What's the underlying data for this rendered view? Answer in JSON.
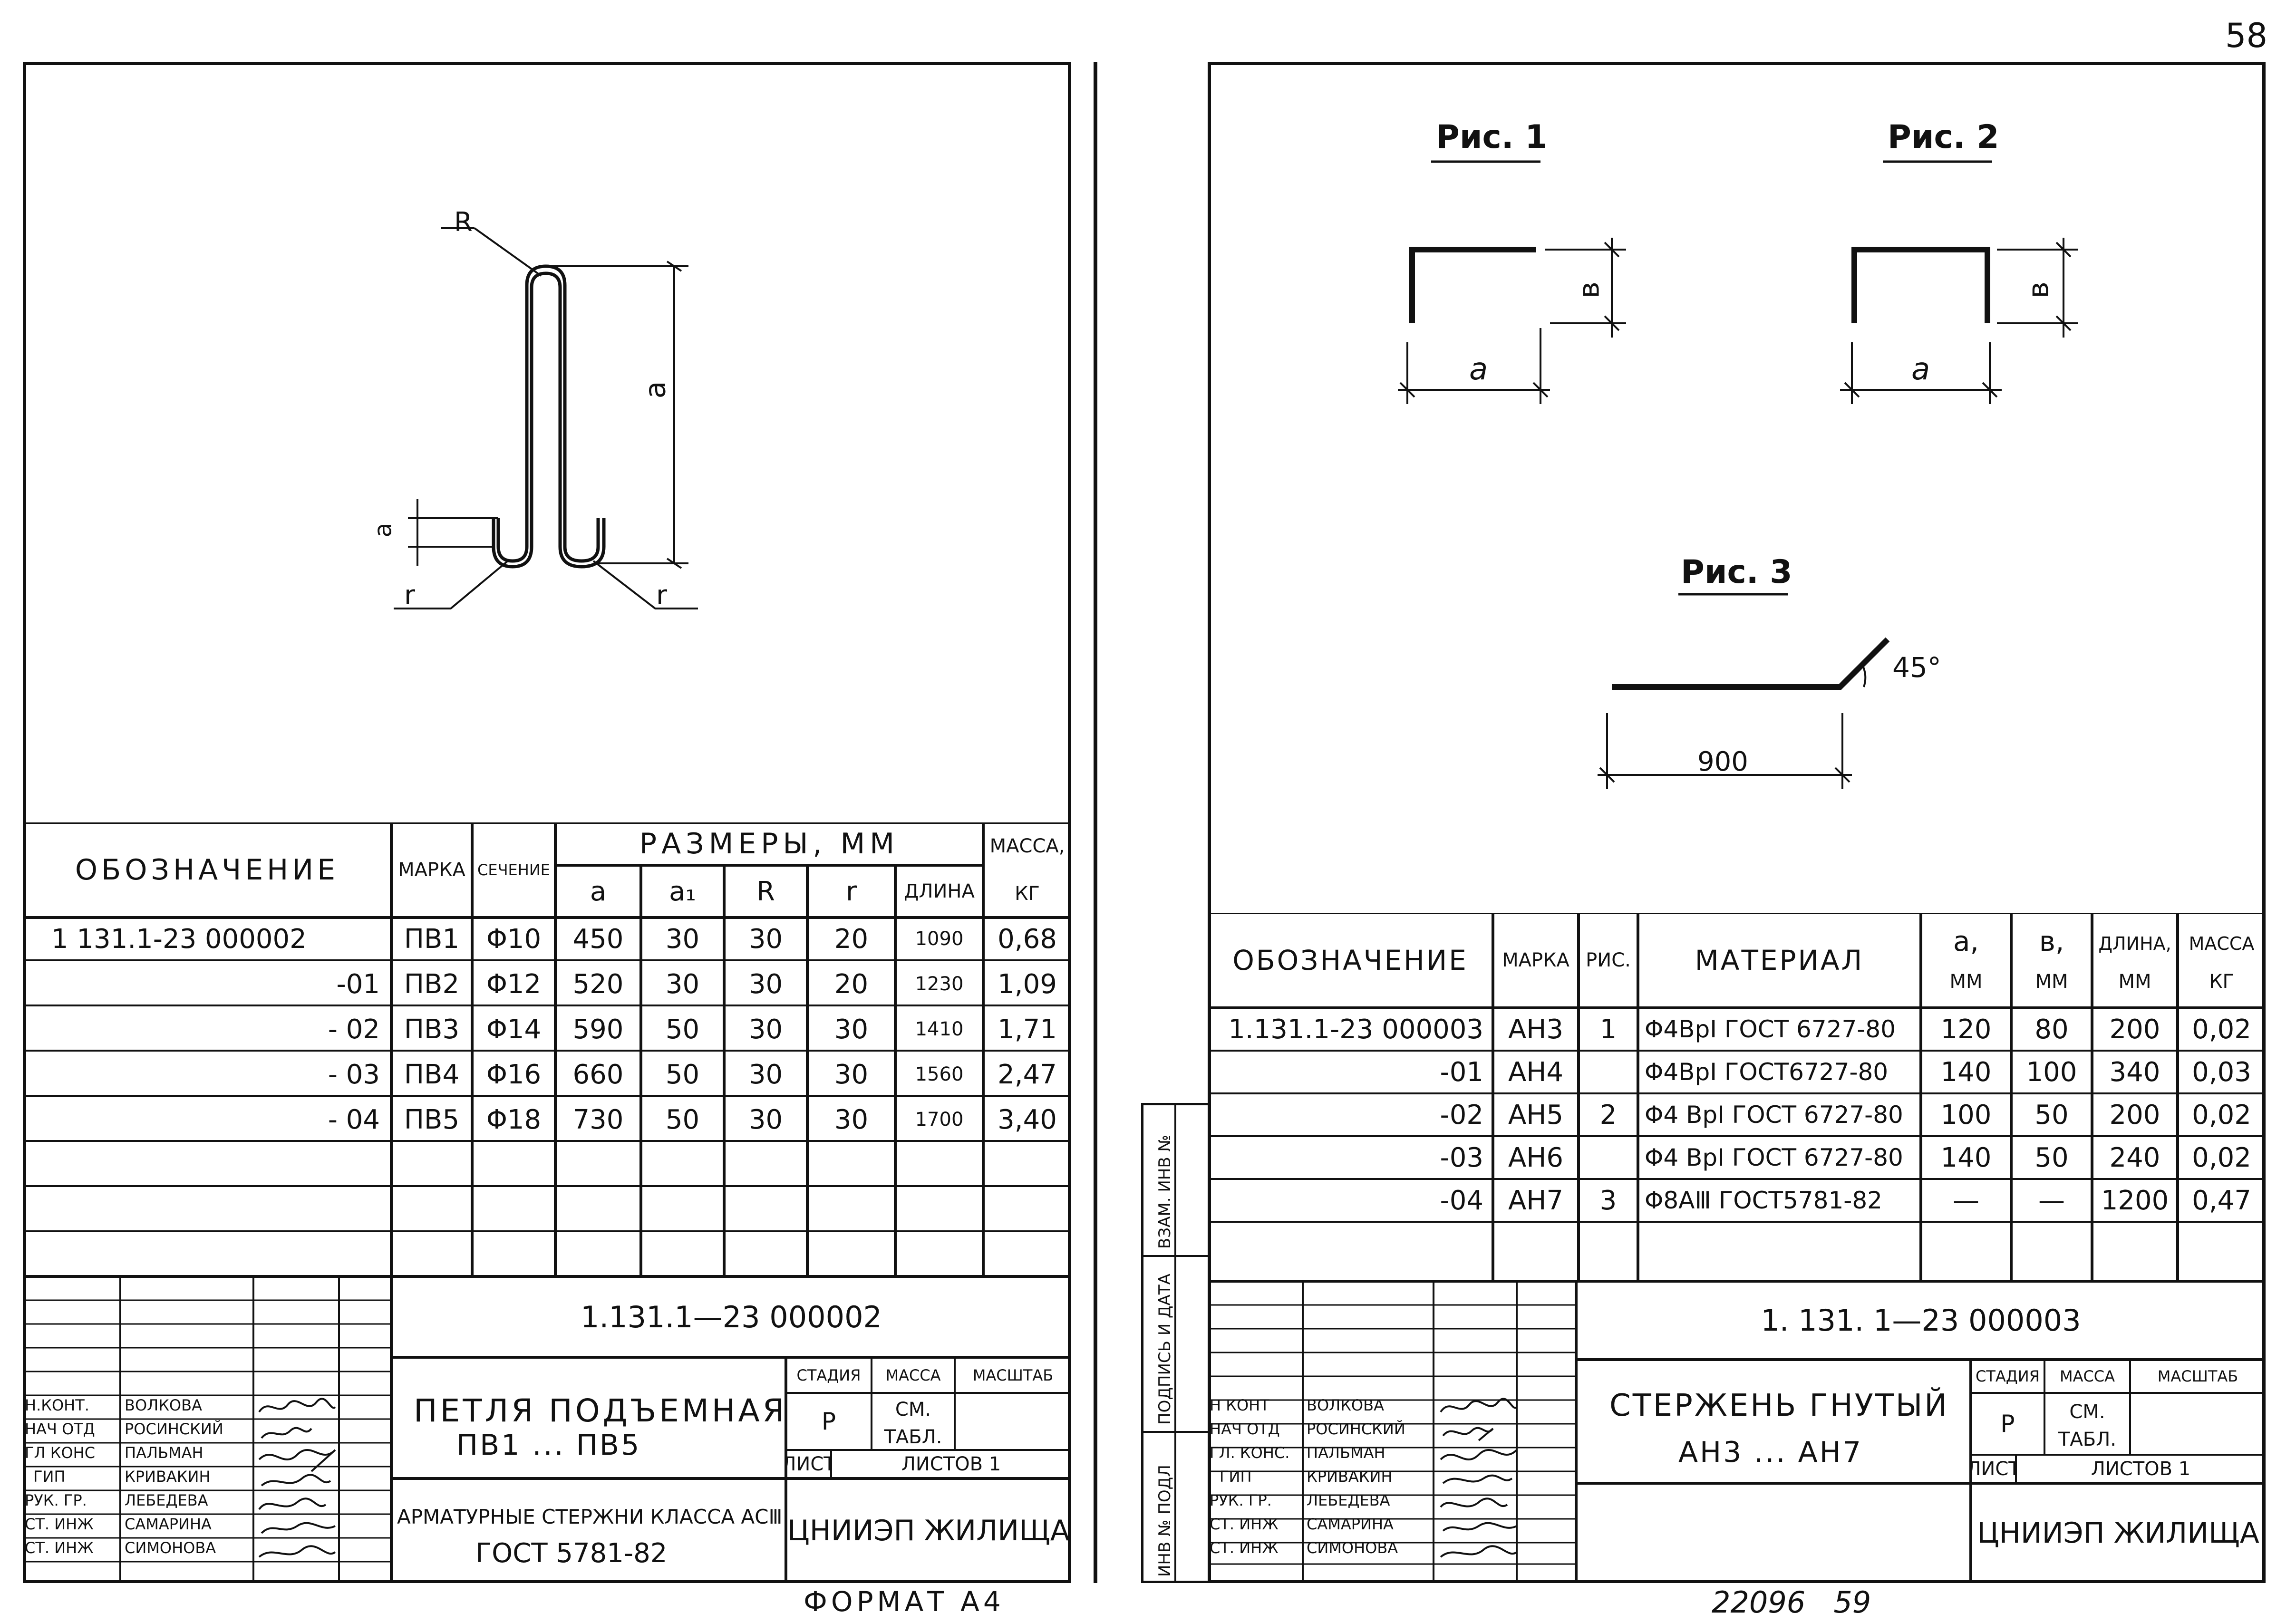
{
  "page_number": "58",
  "left_sheet": {
    "drawing": {
      "labels": {
        "R": "R",
        "a": "a",
        "a1": "a",
        "r1": "r",
        "r2": "r"
      }
    },
    "table": {
      "headers": {
        "designation": "ОБОЗНАЧЕНИЕ",
        "mark": "МАРКА",
        "section": "СЕЧЕНИЕ",
        "dims": "РАЗМЕРЫ, ММ",
        "mass": "МАССА,",
        "mass_unit": "КГ",
        "a": "a",
        "a1": "a₁",
        "R": "R",
        "r": "r",
        "length": "ДЛИНА"
      },
      "rows": [
        {
          "designation": "1 131.1-23 000002",
          "mark": "ПВ1",
          "section": "Φ10",
          "a": "450",
          "a1": "30",
          "R": "30",
          "r": "20",
          "length": "1090",
          "mass": "0,68"
        },
        {
          "designation": "-01",
          "mark": "ПВ2",
          "section": "Φ12",
          "a": "520",
          "a1": "30",
          "R": "30",
          "r": "20",
          "length": "1230",
          "mass": "1,09"
        },
        {
          "designation": "- 02",
          "mark": "ПВ3",
          "section": "Φ14",
          "a": "590",
          "a1": "50",
          "R": "30",
          "r": "30",
          "length": "1410",
          "mass": "1,71"
        },
        {
          "designation": "- 03",
          "mark": "ПВ4",
          "section": "Φ16",
          "a": "660",
          "a1": "50",
          "R": "30",
          "r": "30",
          "length": "1560",
          "mass": "2,47"
        },
        {
          "designation": "- 04",
          "mark": "ПВ5",
          "section": "Φ18",
          "a": "730",
          "a1": "50",
          "R": "30",
          "r": "30",
          "length": "1700",
          "mass": "3,40"
        }
      ]
    },
    "title_block": {
      "doc_code": "1.131.1—23 000002",
      "title_line1": "ПЕТЛЯ ПОДЪЕМНАЯ",
      "title_line2": "ПВ1 ... ПВ5",
      "stage_label": "СТАДИЯ",
      "mass_label": "МАССА",
      "scale_label": "МАСШТАБ",
      "stage_value": "Р",
      "mass_value_1": "СМ.",
      "mass_value_2": "ТАБЛ.",
      "sheet_label": "ЛИСТ",
      "sheets_label": "ЛИСТОВ 1",
      "material_line1": "АРМАТУРНЫЕ СТЕРЖНИ КЛАССА АСⅢ",
      "material_line2": "ГОСТ   5781-82",
      "org": "ЦНИИЭП ЖИЛИЩА",
      "staff": [
        {
          "role": "Н.КОНТ.",
          "name": "ВОЛКОВА"
        },
        {
          "role": "НАЧ ОТД",
          "name": "РОСИНСКИЙ"
        },
        {
          "role": "ГЛ КОНС",
          "name": "ПАЛЬМАН"
        },
        {
          "role": "ГИП",
          "name": "КРИВАКИН"
        },
        {
          "role": "РУК. ГР.",
          "name": "ЛЕБЕДЕВА"
        },
        {
          "role": "СТ. ИНЖ",
          "name": "САМАРИНА"
        },
        {
          "role": "СТ. ИНЖ",
          "name": "СИМОНОВА"
        }
      ]
    },
    "format": "ФОРМАТ А4"
  },
  "right_sheet": {
    "figures": {
      "fig1": "Рис. 1",
      "fig2": "Рис. 2",
      "fig3": "Рис. 3",
      "label_a": "a",
      "label_b": "в",
      "angle": "45°",
      "length": "900"
    },
    "side_stamps": [
      "ВЗАМ. ИНВ №",
      "ПОДПИСЬ И ДАТА",
      "ИНВ № ПОДЛ"
    ],
    "table": {
      "headers": {
        "designation": "ОБОЗНАЧЕНИЕ",
        "mark": "МАРКА",
        "fig": "РИС.",
        "material": "МАТЕРИАЛ",
        "a": "a,",
        "a_unit": "ММ",
        "b": "в,",
        "b_unit": "ММ",
        "length": "ДЛИНА,",
        "length_unit": "ММ",
        "mass": "МАССА",
        "mass_unit": "КГ"
      },
      "rows": [
        {
          "designation": "1.131.1-23  000003",
          "mark": "АН3",
          "fig": "1",
          "material": "Φ4ВрⅠ ГОСТ 6727-80",
          "a": "120",
          "b": "80",
          "length": "200",
          "mass": "0,02"
        },
        {
          "designation": "-01",
          "mark": "АН4",
          "fig": "",
          "material": "Φ4ВрⅠ ГОСТ6727-80",
          "a": "140",
          "b": "100",
          "length": "340",
          "mass": "0,03"
        },
        {
          "designation": "-02",
          "mark": "АН5",
          "fig": "2",
          "material": "Φ4 ВрⅠ ГОСТ 6727-80",
          "a": "100",
          "b": "50",
          "length": "200",
          "mass": "0,02"
        },
        {
          "designation": "-03",
          "mark": "АН6",
          "fig": "",
          "material": "Φ4 ВрⅠ ГОСТ 6727-80",
          "a": "140",
          "b": "50",
          "length": "240",
          "mass": "0,02"
        },
        {
          "designation": "-04",
          "mark": "АН7",
          "fig": "3",
          "material": "Φ8АⅢ ГОСТ5781-82",
          "a": "—",
          "b": "—",
          "length": "1200",
          "mass": "0,47"
        }
      ]
    },
    "title_block": {
      "doc_code": "1. 131. 1—23  000003",
      "title_line1": "СТЕРЖЕНЬ ГНУТЫЙ",
      "title_line2": "АН3 ... АН7",
      "stage_label": "СТАДИЯ",
      "mass_label": "МАССА",
      "scale_label": "МАСШТАБ",
      "stage_value": "Р",
      "mass_value_1": "СМ.",
      "mass_value_2": "ТАБЛ.",
      "sheet_label": "ЛИСТ",
      "sheets_label": "ЛИСТОВ 1",
      "org": "ЦНИИЭП ЖИЛИЩА",
      "staff": [
        {
          "role": "Н КОНТ",
          "name": "ВОЛКОВА"
        },
        {
          "role": "НАЧ ОТД",
          "name": "РОСИНСКИЙ"
        },
        {
          "role": "ГЛ. КОНС.",
          "name": "ПАЛЬМАН"
        },
        {
          "role": "ГИП",
          "name": "КРИВАКИН"
        },
        {
          "role": "РУК. ГР.",
          "name": "ЛЕБЕДЕВА"
        },
        {
          "role": "СТ. ИНЖ",
          "name": "САМАРИНА"
        },
        {
          "role": "СТ. ИНЖ",
          "name": "СИМОНОВА"
        }
      ]
    },
    "footer_numbers": "22096   59"
  }
}
